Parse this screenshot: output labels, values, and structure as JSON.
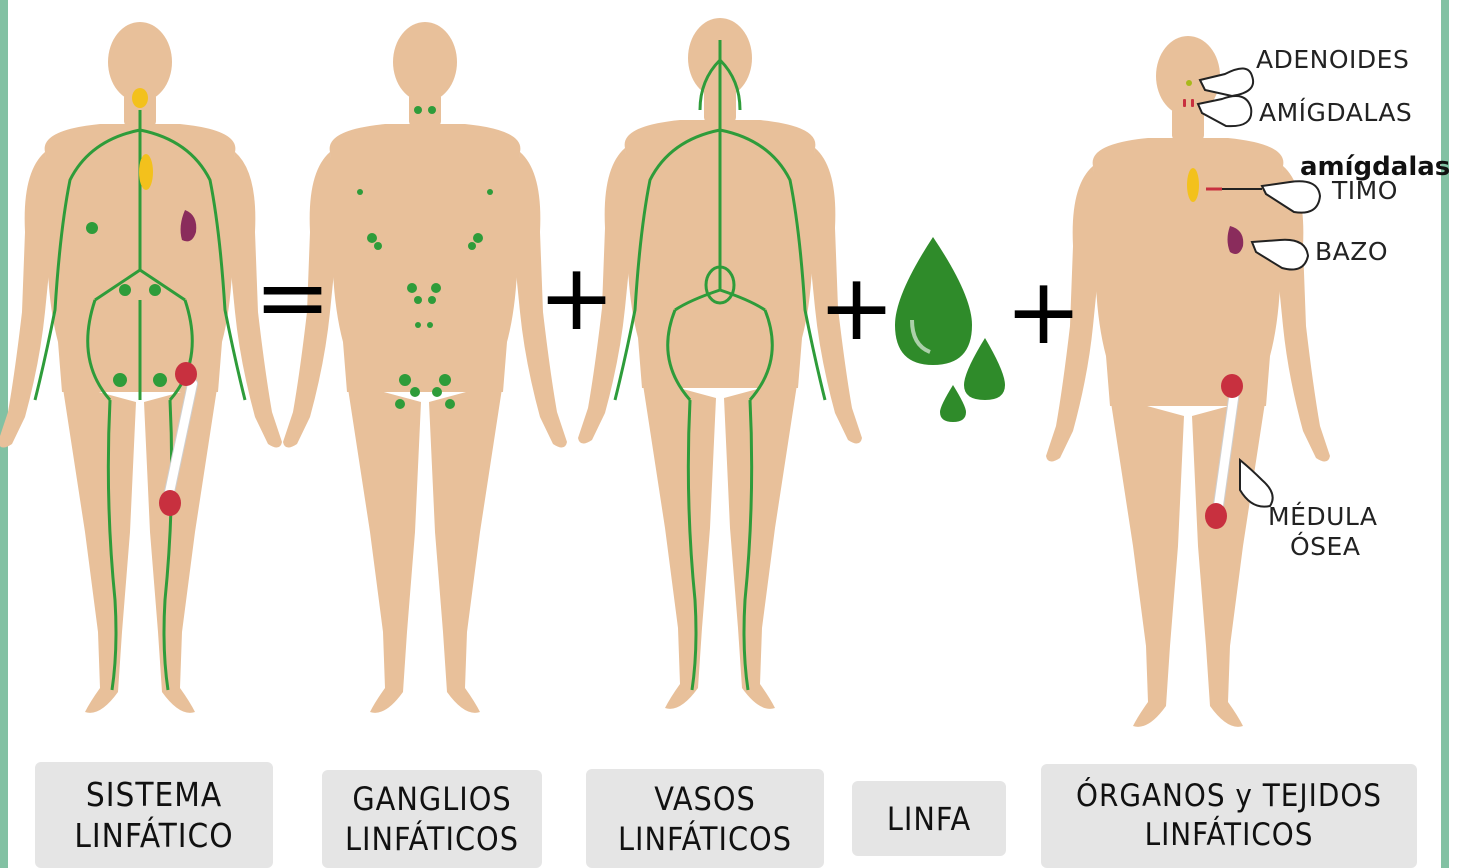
{
  "panels": [
    {
      "line1": "SISTEMA",
      "line2": "LINFÁTICO"
    },
    {
      "line1": "GANGLIOS",
      "line2": "LINFÁTICOS"
    },
    {
      "line1": "VASOS",
      "line2": "LINFÁTICOS"
    },
    {
      "line1": "LINFA",
      "line2": ""
    },
    {
      "line1": "ÓRGANOS y TEJIDOS",
      "line2": "LINFÁTICOS"
    }
  ],
  "operators": {
    "equals": "=",
    "plus": "+"
  },
  "organs": {
    "adenoides": "ADENOIDES",
    "amigdalas": "AMÍGDALAS",
    "timo": "TIMO",
    "bazo": "BAZO",
    "medula_line1": "MÉDULA",
    "medula_line2": "ÓSEA"
  },
  "overlay_word": "amígdalas",
  "colors": {
    "skin": "#e8c09a",
    "lymph": "#2e9c3a",
    "lymph_drop": "#2f8b2a",
    "thymus": "#f3c11c",
    "spleen": "#8a2c5c",
    "bone_end": "#c8303f",
    "frame": "#82c1a3",
    "label_bg": "#e5e5e5"
  }
}
